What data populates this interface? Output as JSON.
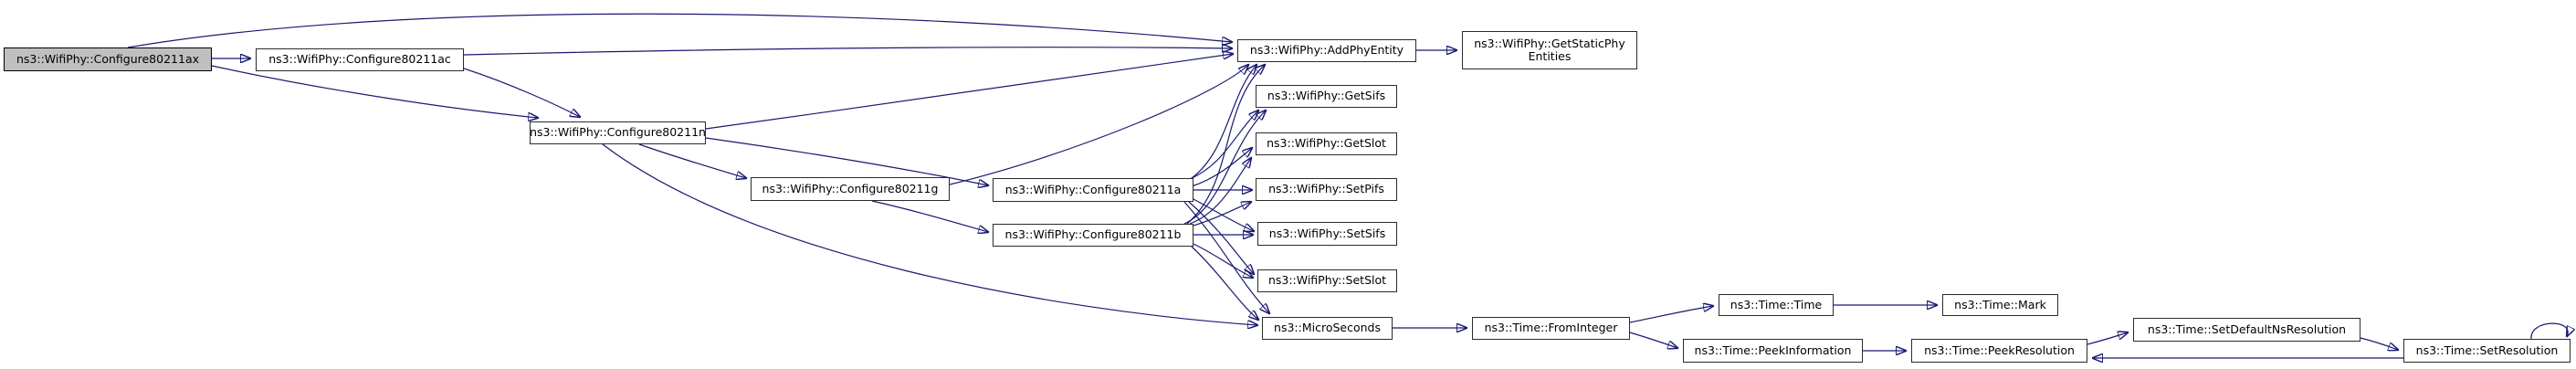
{
  "figure": {
    "type": "doxygen-call-graph",
    "background_color": "#ffffff",
    "edge_color": "#191970",
    "node_fill_color": "#ffffff",
    "node_border_color": "#2b2b2b",
    "root_node_fill_color": "#bfbfbf",
    "nodes": [
      {
        "id": "configure80211ax",
        "label": "ns3::WifiPhy::Configure80211ax",
        "root": true
      },
      {
        "id": "configure80211ac",
        "label": "ns3::WifiPhy::Configure80211ac"
      },
      {
        "id": "configure80211n",
        "label": "ns3::WifiPhy::Configure80211n"
      },
      {
        "id": "configure80211g",
        "label": "ns3::WifiPhy::Configure80211g"
      },
      {
        "id": "configure80211a",
        "label": "ns3::WifiPhy::Configure80211a"
      },
      {
        "id": "configure80211b",
        "label": "ns3::WifiPhy::Configure80211b"
      },
      {
        "id": "addphyentity",
        "label": "ns3::WifiPhy::AddPhyEntity"
      },
      {
        "id": "getstaticphyentities",
        "label": "ns3::WifiPhy::GetStaticPhyEntities",
        "label_lines": [
          "ns3::WifiPhy::GetStaticPhy",
          "Entities"
        ]
      },
      {
        "id": "getsifs",
        "label": "ns3::WifiPhy::GetSifs"
      },
      {
        "id": "getslot",
        "label": "ns3::WifiPhy::GetSlot"
      },
      {
        "id": "setpifs",
        "label": "ns3::WifiPhy::SetPifs"
      },
      {
        "id": "setsifs",
        "label": "ns3::WifiPhy::SetSifs"
      },
      {
        "id": "setslot",
        "label": "ns3::WifiPhy::SetSlot"
      },
      {
        "id": "microseconds",
        "label": "ns3::MicroSeconds"
      },
      {
        "id": "frominteger",
        "label": "ns3::Time::FromInteger"
      },
      {
        "id": "time",
        "label": "ns3::Time::Time"
      },
      {
        "id": "mark",
        "label": "ns3::Time::Mark"
      },
      {
        "id": "peekinformation",
        "label": "ns3::Time::PeekInformation"
      },
      {
        "id": "peekresolution",
        "label": "ns3::Time::PeekResolution"
      },
      {
        "id": "setdefaultnsresolution",
        "label": "ns3::Time::SetDefaultNsResolution"
      },
      {
        "id": "setresolution",
        "label": "ns3::Time::SetResolution"
      }
    ],
    "edges": [
      {
        "from": "configure80211ax",
        "to": "configure80211ac"
      },
      {
        "from": "configure80211ax",
        "to": "configure80211n"
      },
      {
        "from": "configure80211ax",
        "to": "addphyentity"
      },
      {
        "from": "configure80211ac",
        "to": "configure80211n"
      },
      {
        "from": "configure80211ac",
        "to": "addphyentity"
      },
      {
        "from": "configure80211n",
        "to": "configure80211g"
      },
      {
        "from": "configure80211n",
        "to": "configure80211a"
      },
      {
        "from": "configure80211n",
        "to": "addphyentity"
      },
      {
        "from": "configure80211n",
        "to": "microseconds"
      },
      {
        "from": "configure80211g",
        "to": "configure80211b"
      },
      {
        "from": "configure80211g",
        "to": "addphyentity"
      },
      {
        "from": "configure80211a",
        "to": "addphyentity"
      },
      {
        "from": "configure80211a",
        "to": "getsifs"
      },
      {
        "from": "configure80211a",
        "to": "getslot"
      },
      {
        "from": "configure80211a",
        "to": "setpifs"
      },
      {
        "from": "configure80211a",
        "to": "setsifs"
      },
      {
        "from": "configure80211a",
        "to": "setslot"
      },
      {
        "from": "configure80211a",
        "to": "microseconds"
      },
      {
        "from": "configure80211b",
        "to": "addphyentity"
      },
      {
        "from": "configure80211b",
        "to": "getsifs"
      },
      {
        "from": "configure80211b",
        "to": "getslot"
      },
      {
        "from": "configure80211b",
        "to": "setpifs"
      },
      {
        "from": "configure80211b",
        "to": "setsifs"
      },
      {
        "from": "configure80211b",
        "to": "setslot"
      },
      {
        "from": "configure80211b",
        "to": "microseconds"
      },
      {
        "from": "addphyentity",
        "to": "getstaticphyentities"
      },
      {
        "from": "microseconds",
        "to": "frominteger"
      },
      {
        "from": "frominteger",
        "to": "time"
      },
      {
        "from": "frominteger",
        "to": "peekinformation"
      },
      {
        "from": "time",
        "to": "mark"
      },
      {
        "from": "peekinformation",
        "to": "peekresolution"
      },
      {
        "from": "peekresolution",
        "to": "setdefaultnsresolution"
      },
      {
        "from": "setdefaultnsresolution",
        "to": "setresolution"
      },
      {
        "from": "setresolution",
        "to": "peekresolution"
      },
      {
        "from": "setresolution",
        "to": "setresolution"
      }
    ]
  }
}
